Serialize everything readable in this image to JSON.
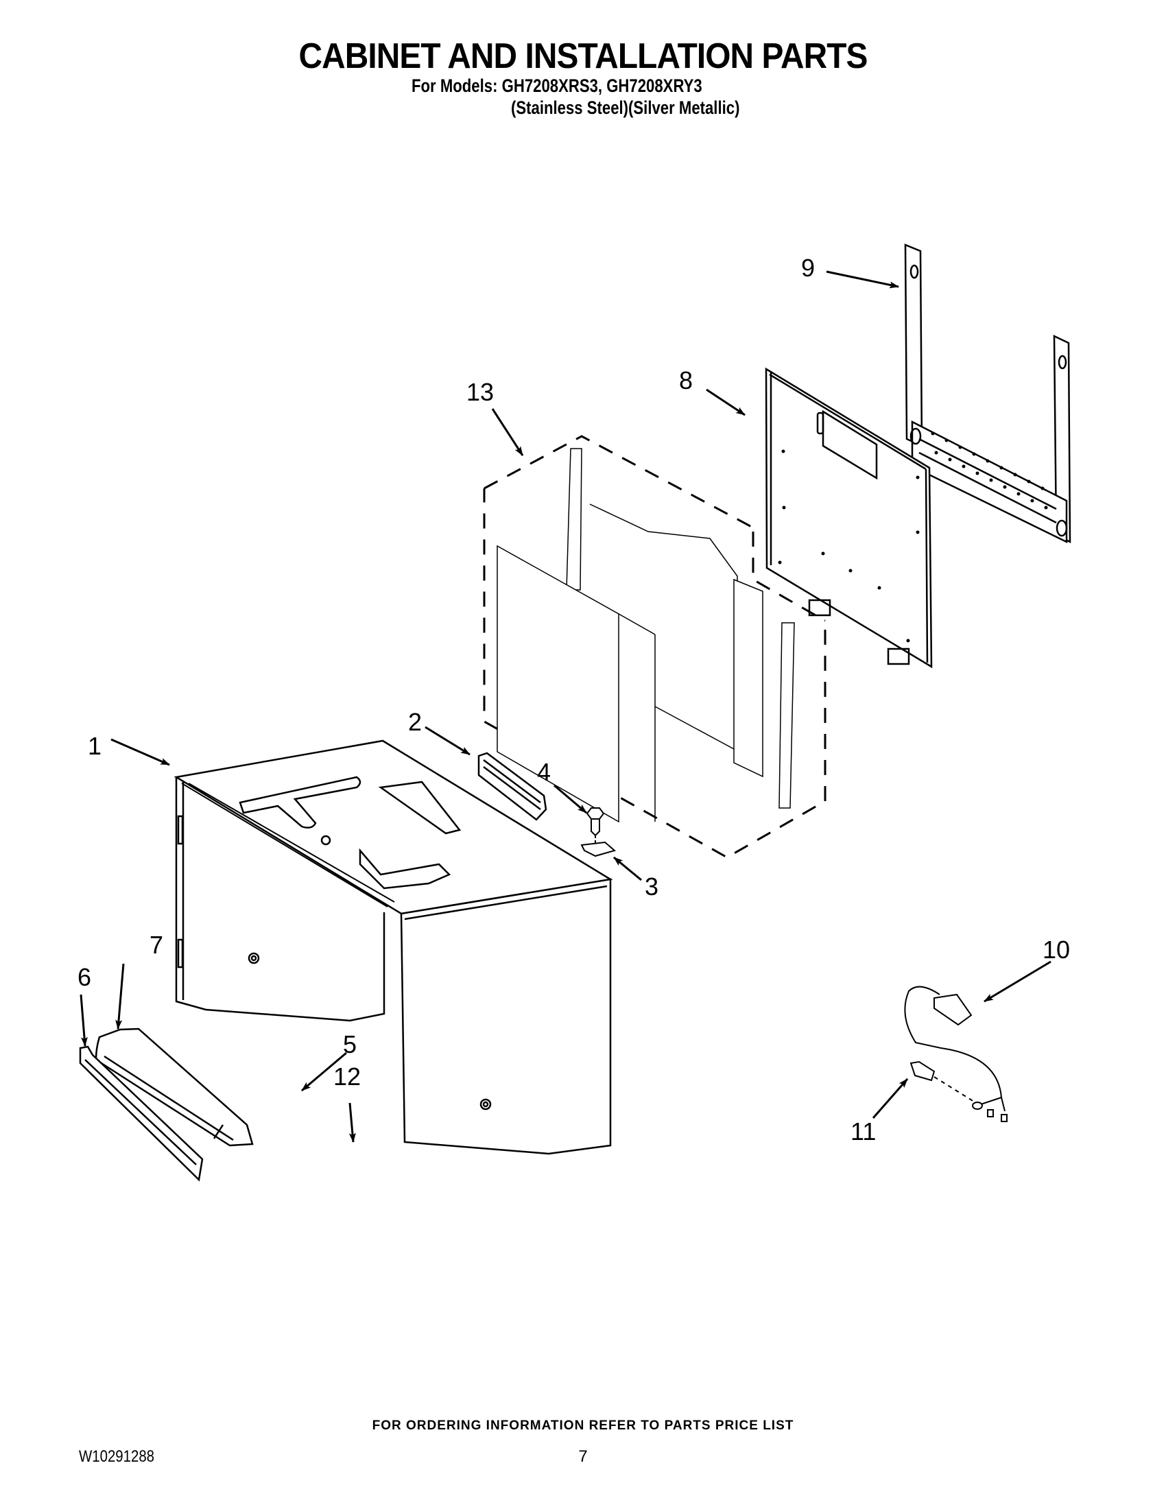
{
  "header": {
    "title": "CABINET AND INSTALLATION PARTS",
    "models_line": "For Models: GH7208XRS3, GH7208XRY3",
    "finish_line": "(Stainless Steel)(Silver Metallic)"
  },
  "diagram": {
    "callouts": [
      {
        "id": "1",
        "label": "1"
      },
      {
        "id": "2",
        "label": "2"
      },
      {
        "id": "3",
        "label": "3"
      },
      {
        "id": "4",
        "label": "4"
      },
      {
        "id": "5",
        "label": "5"
      },
      {
        "id": "6",
        "label": "6"
      },
      {
        "id": "7",
        "label": "7"
      },
      {
        "id": "8",
        "label": "8"
      },
      {
        "id": "9",
        "label": "9"
      },
      {
        "id": "10",
        "label": "10"
      },
      {
        "id": "11",
        "label": "11"
      },
      {
        "id": "12",
        "label": "12"
      },
      {
        "id": "13",
        "label": "13"
      }
    ]
  },
  "footer": {
    "ordering_note": "FOR ORDERING INFORMATION REFER TO PARTS PRICE LIST",
    "document_id": "W10291288",
    "page_number": "7"
  }
}
